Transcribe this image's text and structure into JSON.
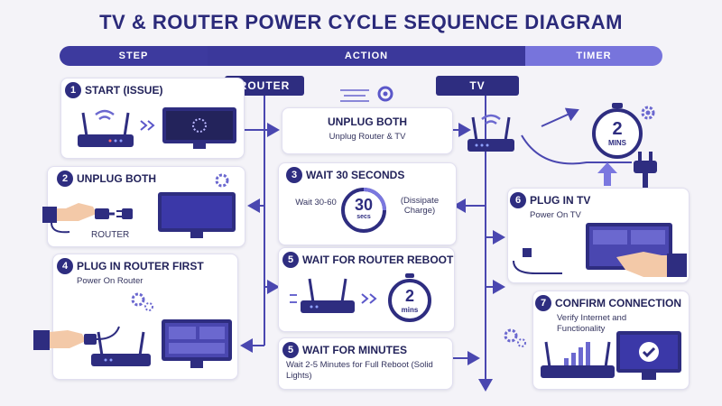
{
  "title": "TV & ROUTER POWER CYCLE SEQUENCE DIAGRAM",
  "header_bar": {
    "step": "STEP",
    "action": "ACTION",
    "timer": "TIMER"
  },
  "lanes": {
    "router": "ROUTER",
    "tv": "TV"
  },
  "steps": {
    "s1": {
      "num": "1",
      "title": "START (ISSUE)"
    },
    "s2": {
      "num": "2",
      "title": "UNPLUG BOTH",
      "device_label": "ROUTER"
    },
    "s4": {
      "num": "4",
      "title": "PLUG IN ROUTER FIRST",
      "subtitle": "Power On Router"
    },
    "unplug_both_action": {
      "title": "UNPLUG BOTH",
      "subtitle": "Unplug Router & TV"
    },
    "s3": {
      "num": "3",
      "title": "WAIT 30 SECONDS",
      "left_note": "Wait 30-60",
      "timer_value": "30",
      "timer_unit": "secs",
      "right_note": "(Dissipate Charge)"
    },
    "s5a": {
      "num": "5",
      "title": "WAIT FOR ROUTER REBOOT",
      "timer_value": "2",
      "timer_unit": "mins"
    },
    "s5b": {
      "num": "5",
      "title": "WAIT FOR MINUTES",
      "subtitle": "Wait 2-5 Minutes for Full Reboot (Solid Lights)"
    },
    "s6": {
      "num": "6",
      "title": "PLUG IN TV",
      "subtitle": "Power On TV"
    },
    "s7": {
      "num": "7",
      "title": "CONFIRM CONNECTION",
      "subtitle": "Verify Internet and Functionality"
    },
    "top_timer": {
      "value": "2",
      "unit": "MINS"
    }
  },
  "colors": {
    "navy": "#2e2d80",
    "accent": "#5b57c9",
    "light": "#7a77df",
    "bg": "#f4f3f8"
  },
  "icons": [
    "wifi-icon",
    "router-icon",
    "tv-icon",
    "loading-spinner-icon",
    "gear-icon",
    "plug-icon",
    "hand-icon",
    "stopwatch-icon",
    "checkmark-icon",
    "signal-bars-icon",
    "up-arrow-icon"
  ]
}
